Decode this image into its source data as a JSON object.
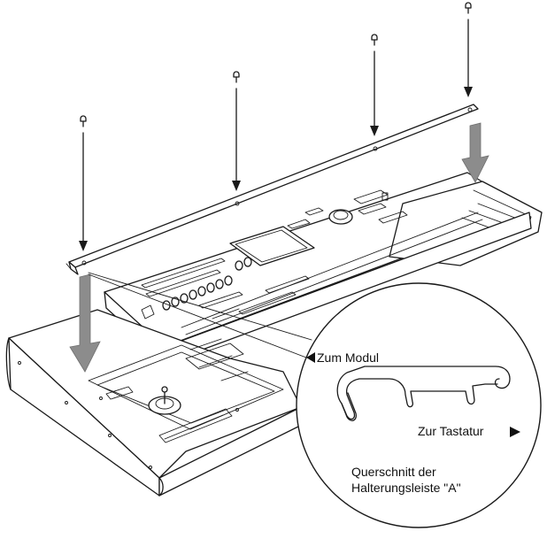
{
  "figure": {
    "callout": {
      "to_module": "Zum Modul",
      "to_keyboard": "Zur Tastatur",
      "caption_line1": "Querschnitt der",
      "caption_line2": "Halterungsleiste \"A\""
    },
    "colors": {
      "line": "#1a1a1a",
      "arrow_fill": "#8c8c8c",
      "background": "#ffffff"
    },
    "icons": [
      "screw-icon",
      "down-arrow-icon",
      "left-triangle-icon",
      "right-triangle-icon"
    ]
  }
}
